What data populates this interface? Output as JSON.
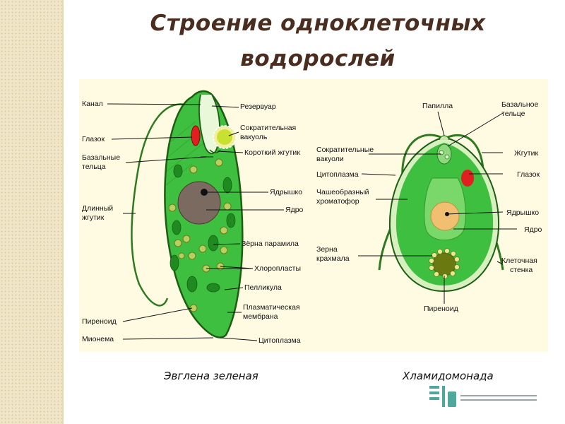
{
  "slide": {
    "title_line1": "Строение одноклеточных",
    "title_line2": "водорослей",
    "accent_color": "#4a2d1f",
    "cell_green": "#3fbf3f"
  },
  "euglena": {
    "caption": "Эвглена зеленая",
    "labels": {
      "kanal": "Канал",
      "glazok": "Глазок",
      "bazalnye1": "Базальные",
      "bazalnye2": "тельца",
      "dlinny1": "Длинный",
      "dlinny2": "жгутик",
      "pirenoid": "Пиреноид",
      "mionema": "Мионема",
      "rezervuar": "Резервуар",
      "sokr1": "Сократительная",
      "sokr2": "вакуоль",
      "korotky": "Короткий жгутик",
      "yadryshko": "Ядрышко",
      "yadro": "Ядро",
      "zerna": "Зёрна парамила",
      "hloroplasty": "Хлоропласты",
      "pellikula": "Пелликула",
      "plazm1": "Плазматическая",
      "plazm2": "мембрана",
      "citoplazma": "Цитоплазма"
    }
  },
  "chlamydomonas": {
    "caption": "Хламидомонада",
    "labels": {
      "papilla": "Папилла",
      "bazalnoe1": "Базальное",
      "bazalnoe2": "тельце",
      "sokr1": "Сократительные",
      "sokr2": "вакуоли",
      "citoplazma": "Цитоплазма",
      "chash1": "Чашеобразный",
      "chash2": "хроматофор",
      "zhgutik": "Жгутик",
      "glazok": "Глазок",
      "yadryshko": "Ядрышко",
      "yadro": "Ядро",
      "zerna1": "Зерна",
      "zerna2": "крахмала",
      "kletochnaya1": "Клеточная",
      "kletochnaya2": "стенка",
      "pirenoid": "Пиреноид"
    }
  },
  "icons": {
    "logo": "presentation-logo-icon"
  }
}
